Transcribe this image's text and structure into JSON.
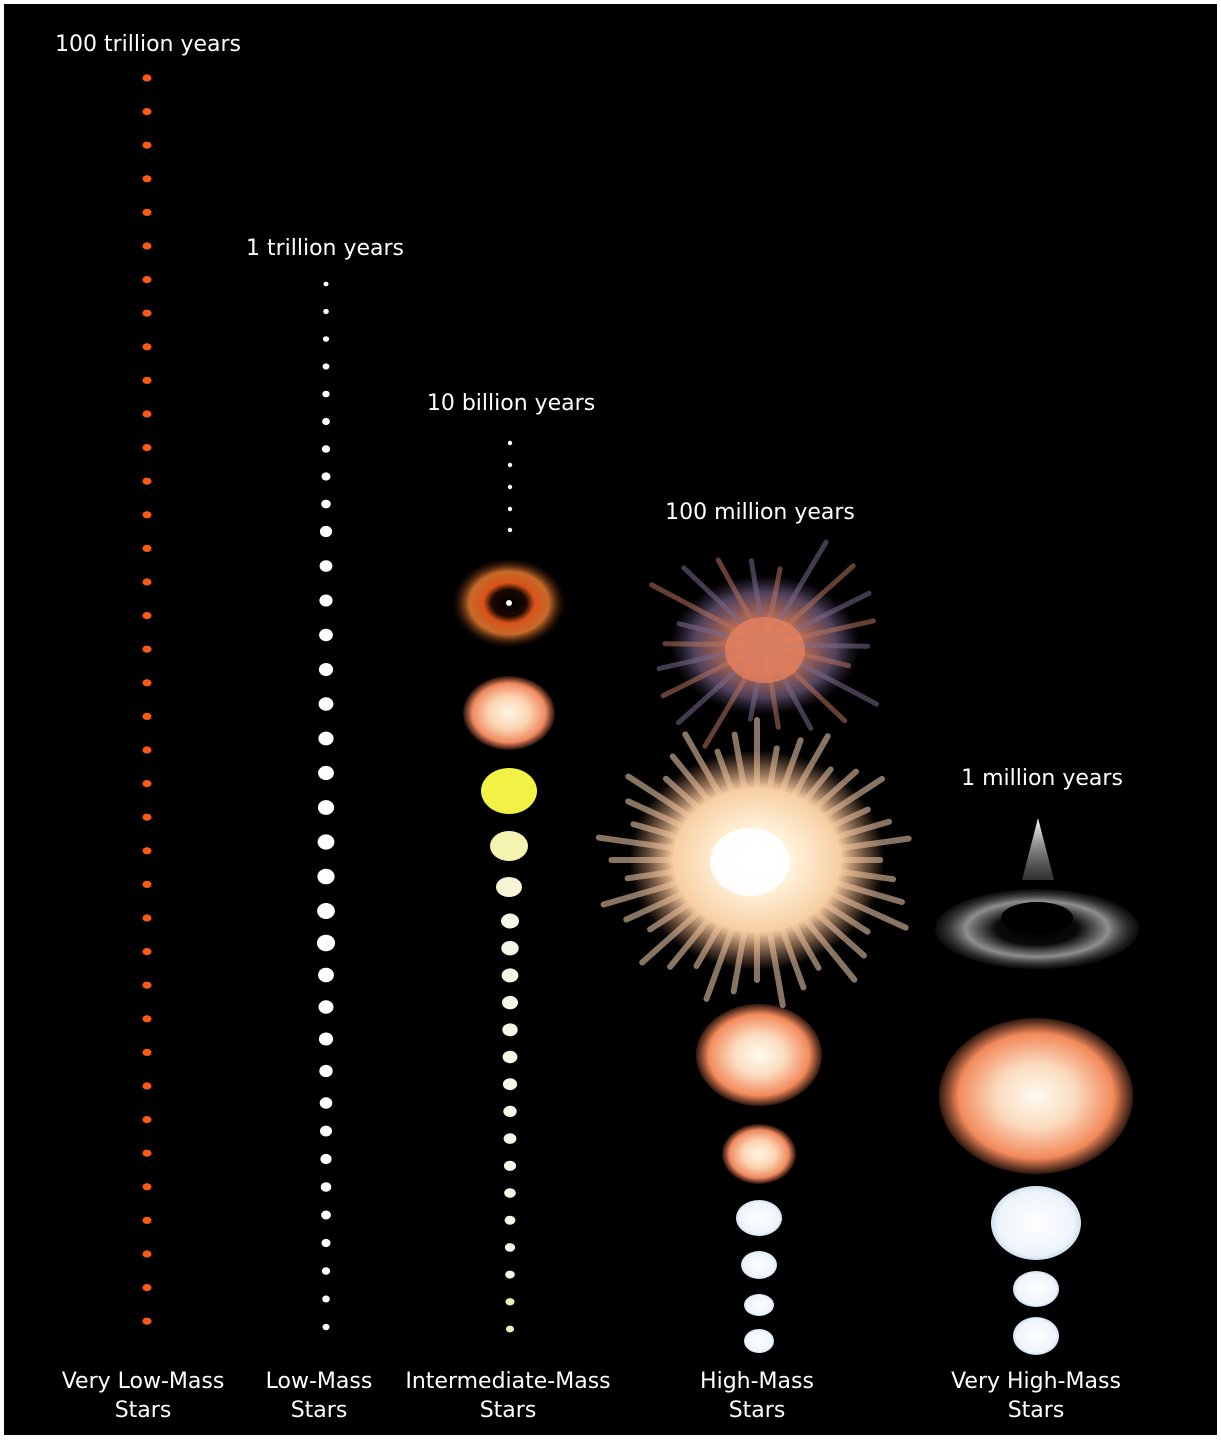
{
  "columns": [
    {
      "id": "very-low-mass",
      "lifetime": "100 trillion years",
      "label_line1": "Very Low-Mass",
      "label_line2": "Stars",
      "dot_color": "#ff5a14"
    },
    {
      "id": "low-mass",
      "lifetime": "1 trillion years",
      "label_line1": "Low-Mass",
      "label_line2": "Stars",
      "dot_color": "#ffffff"
    },
    {
      "id": "intermediate-mass",
      "lifetime": "10 billion years",
      "label_line1": "Intermediate-Mass",
      "label_line2": "Stars",
      "dot_color": "#f4f4dc"
    },
    {
      "id": "high-mass",
      "lifetime": "100 million years",
      "label_line1": "High-Mass",
      "label_line2": "Stars",
      "dot_color": "#ffffff"
    },
    {
      "id": "very-high-mass",
      "lifetime": "1 million years",
      "label_line1": "Very High-Mass",
      "label_line2": "Stars",
      "dot_color": "#ffffff"
    }
  ],
  "colors": {
    "background": "#000000",
    "red_dwarf": "#ff5a14",
    "giant_glow": "#f08a5d",
    "yellow_star": "#f2f246",
    "white_dot": "#ffffff"
  }
}
